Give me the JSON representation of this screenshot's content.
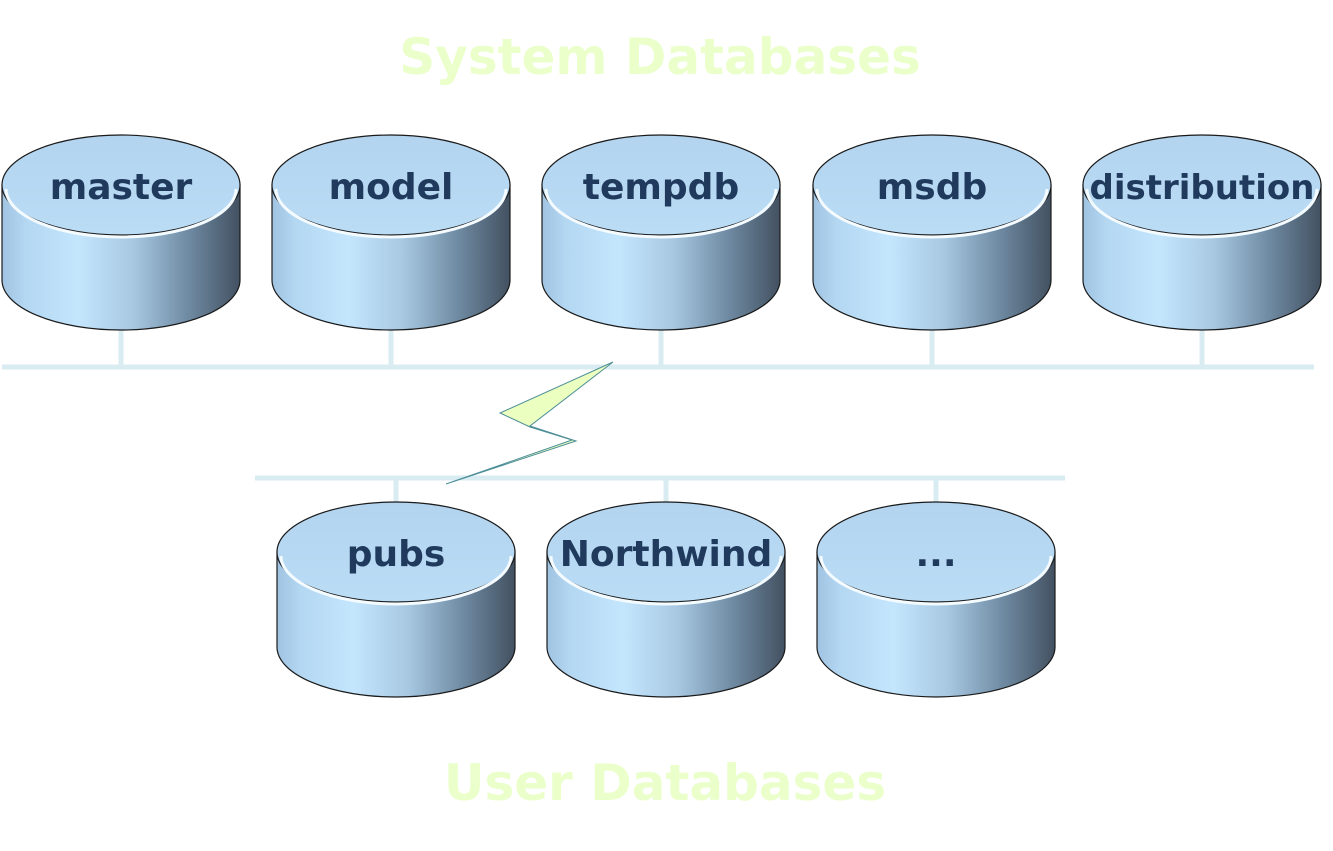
{
  "system_title": "System Databases",
  "user_title": "User Databases",
  "system_databases": [
    "master",
    "model",
    "tempdb",
    "msdb",
    "distribution"
  ],
  "user_databases": [
    "pubs",
    "Northwind",
    "..."
  ],
  "colors": {
    "title": "#eaffc9",
    "label": "#1f3a5c",
    "bus": "#d8ecf2",
    "cylinder_top": "#b9d8f2",
    "cylinder_light": "#c2e4fb",
    "cylinder_dark": "#485463",
    "bolt_fill": "#eaffc0",
    "bolt_stroke": "#4e8f98"
  }
}
